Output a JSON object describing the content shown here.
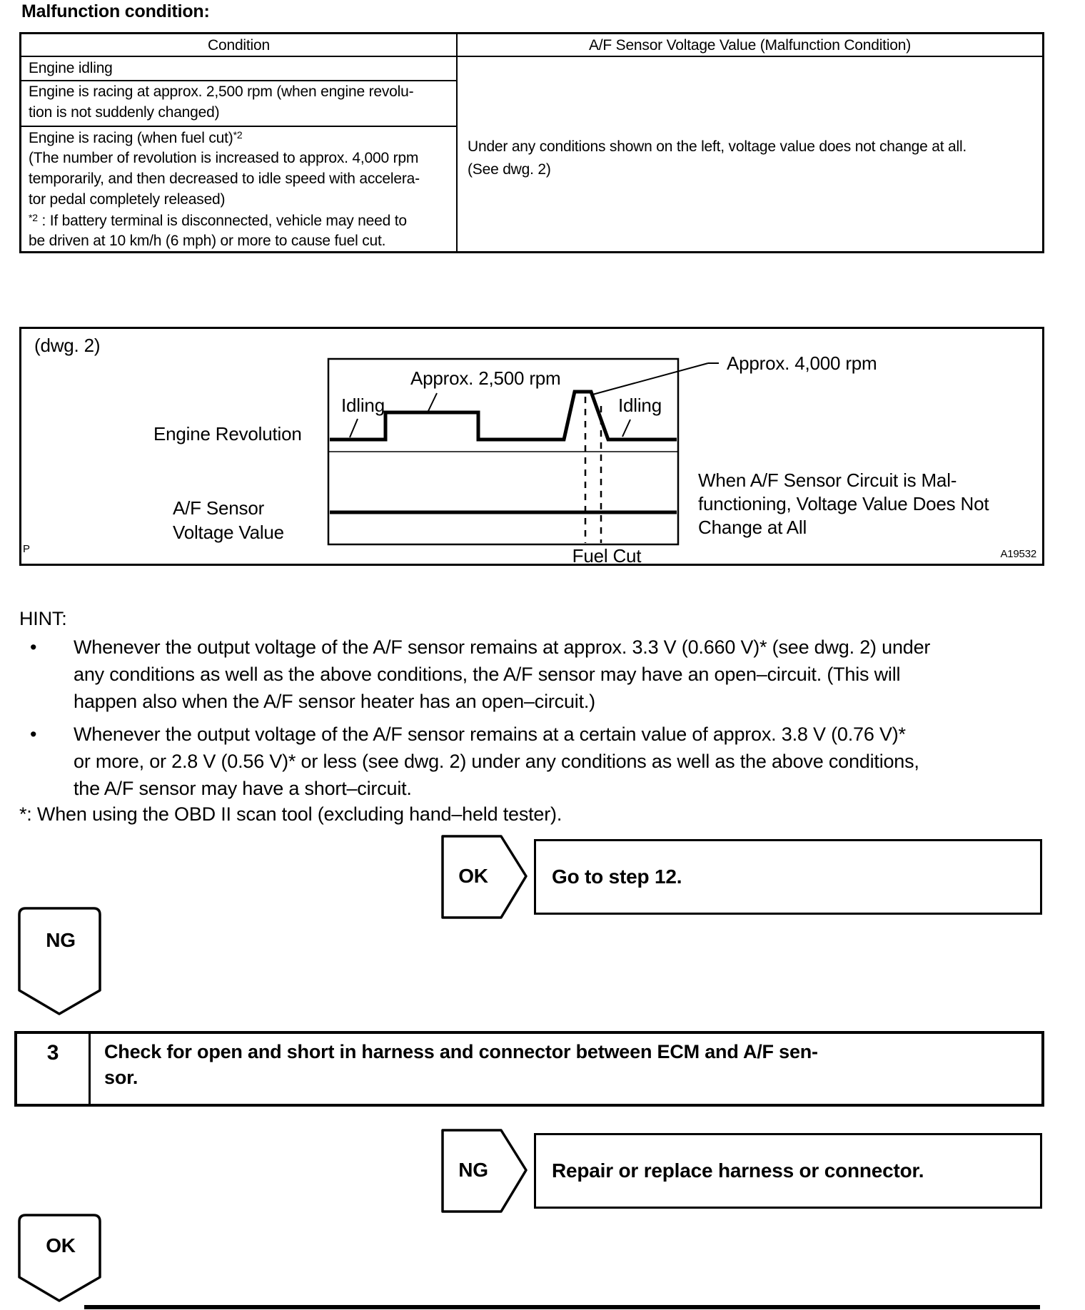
{
  "title": "Malfunction condition:",
  "table": {
    "header_left": "Condition",
    "header_right": "A/F Sensor Voltage Value (Malfunction Condition)",
    "row1": "Engine idling",
    "row2_lines": [
      "Engine is racing at approx. 2,500 rpm (when engine revolu-",
      "tion is not suddenly changed)"
    ],
    "row3": {
      "line1_pre": "Engine is racing (when fuel cut)",
      "line1_sup": "*2",
      "line2": "(The number of revolution is increased to approx. 4,000 rpm",
      "line3": "temporarily, and then decreased to idle speed with accelera-",
      "line4": "tor pedal completely released)",
      "line5_sup": "*2",
      "line5_rest": " : If battery terminal is disconnected, vehicle may need to",
      "line6": "be driven at 10 km/h (6 mph) or more to cause fuel cut."
    },
    "voltage_cell": {
      "line1": "Under any conditions shown on the left, voltage value does not change at all.",
      "line2": "(See dwg. 2)"
    }
  },
  "diagram": {
    "dwg_label": "(dwg. 2)",
    "engine_revolution_label": "Engine Revolution",
    "af_sensor_line1": "A/F Sensor",
    "af_sensor_line2": "Voltage Value",
    "idling_left": "Idling",
    "idling_right": "Idling",
    "approx_2500": "Approx. 2,500 rpm",
    "approx_4000": "Approx. 4,000 rpm",
    "fuel_cut": "Fuel Cut",
    "note_line1": "When A/F Sensor Circuit is Mal-",
    "note_line2": "functioning, Voltage Value Does Not",
    "note_line3": "Change at All",
    "figure_code": "A19532",
    "page_mark": "P"
  },
  "hint": {
    "label": "HINT:",
    "bullet_glyph": "•",
    "bullet1_lines": [
      "Whenever the output voltage of the A/F sensor remains at approx. 3.3 V (0.660 V)* (see dwg. 2) under",
      "any conditions as well as the above conditions, the A/F sensor may have an open–circuit. (This will",
      "happen also when the A/F sensor heater has an open–circuit.)"
    ],
    "bullet2_lines": [
      "Whenever the output voltage of the A/F sensor remains at a certain value of approx. 3.8 V (0.76 V)*",
      "or more, or 2.8 V (0.56 V)* or less (see dwg. 2) under any conditions as well as the above conditions,",
      "the A/F sensor may have a short–circuit."
    ],
    "footnote": "*: When using the OBD II scan tool (excluding hand–held tester)."
  },
  "flow": {
    "ok_arrow_label": "OK",
    "ok_result": "Go to step 12.",
    "ng_pointer_label": "NG",
    "step_number": "3",
    "step_line1": "Check for open and short in harness and connector between ECM and A/F sen-",
    "step_line2": "sor.",
    "ng_arrow_label": "NG",
    "ng_result": "Repair or replace harness or connector.",
    "ok_pointer_label": "OK"
  }
}
